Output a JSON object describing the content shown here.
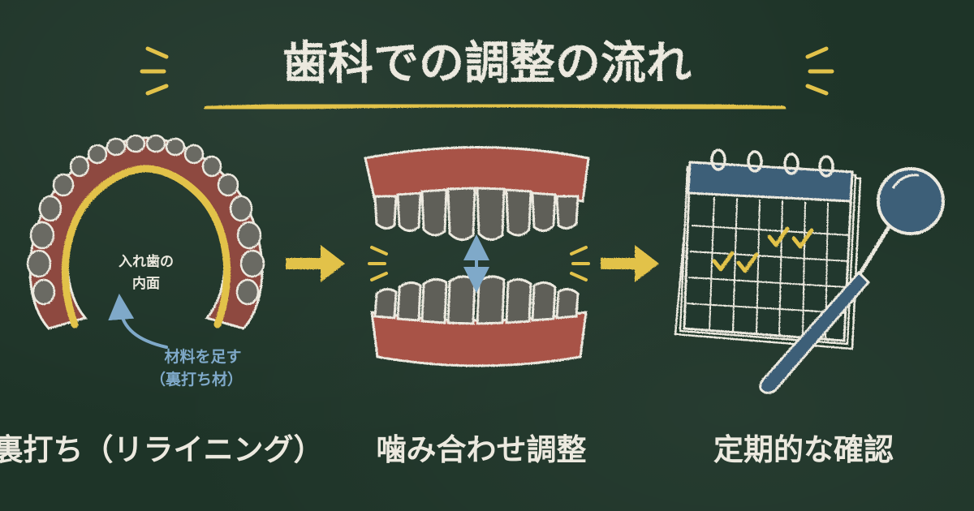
{
  "title": "歯科での調整の流れ",
  "steps": [
    {
      "caption": "裏打ち（リライニング）",
      "inner_label_1": "入れ歯の",
      "inner_label_2": "内面",
      "note_1": "材料を足す",
      "note_2": "（裏打ち材）",
      "icon": "denture-arch-icon"
    },
    {
      "caption": "噛み合わせ調整",
      "icon": "teeth-bite-icon"
    },
    {
      "caption": "定期的な確認",
      "icon": "calendar-check-icon"
    }
  ],
  "colors": {
    "board": "#1e3428",
    "chalk_white": "#ece9df",
    "chalk_yellow": "#e2c24a",
    "chalk_red": "#b85a4e",
    "chalk_blue": "#7fa9c9",
    "calendar_header": "#3e5f78"
  }
}
